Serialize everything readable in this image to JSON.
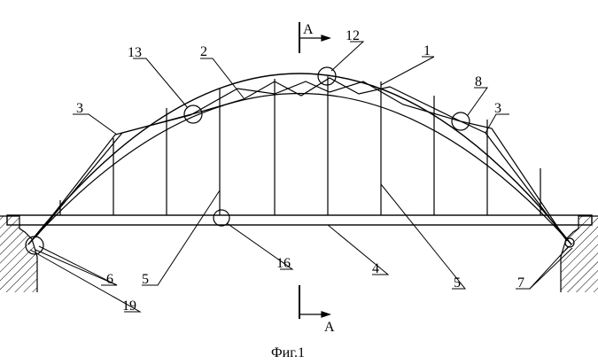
{
  "figure": {
    "caption": "Фиг.1",
    "section_labels": [
      "A",
      "A"
    ],
    "callouts": [
      "1",
      "2",
      "3",
      "3",
      "4",
      "5",
      "5",
      "6",
      "7",
      "8",
      "12",
      "13",
      "16",
      "19"
    ]
  }
}
